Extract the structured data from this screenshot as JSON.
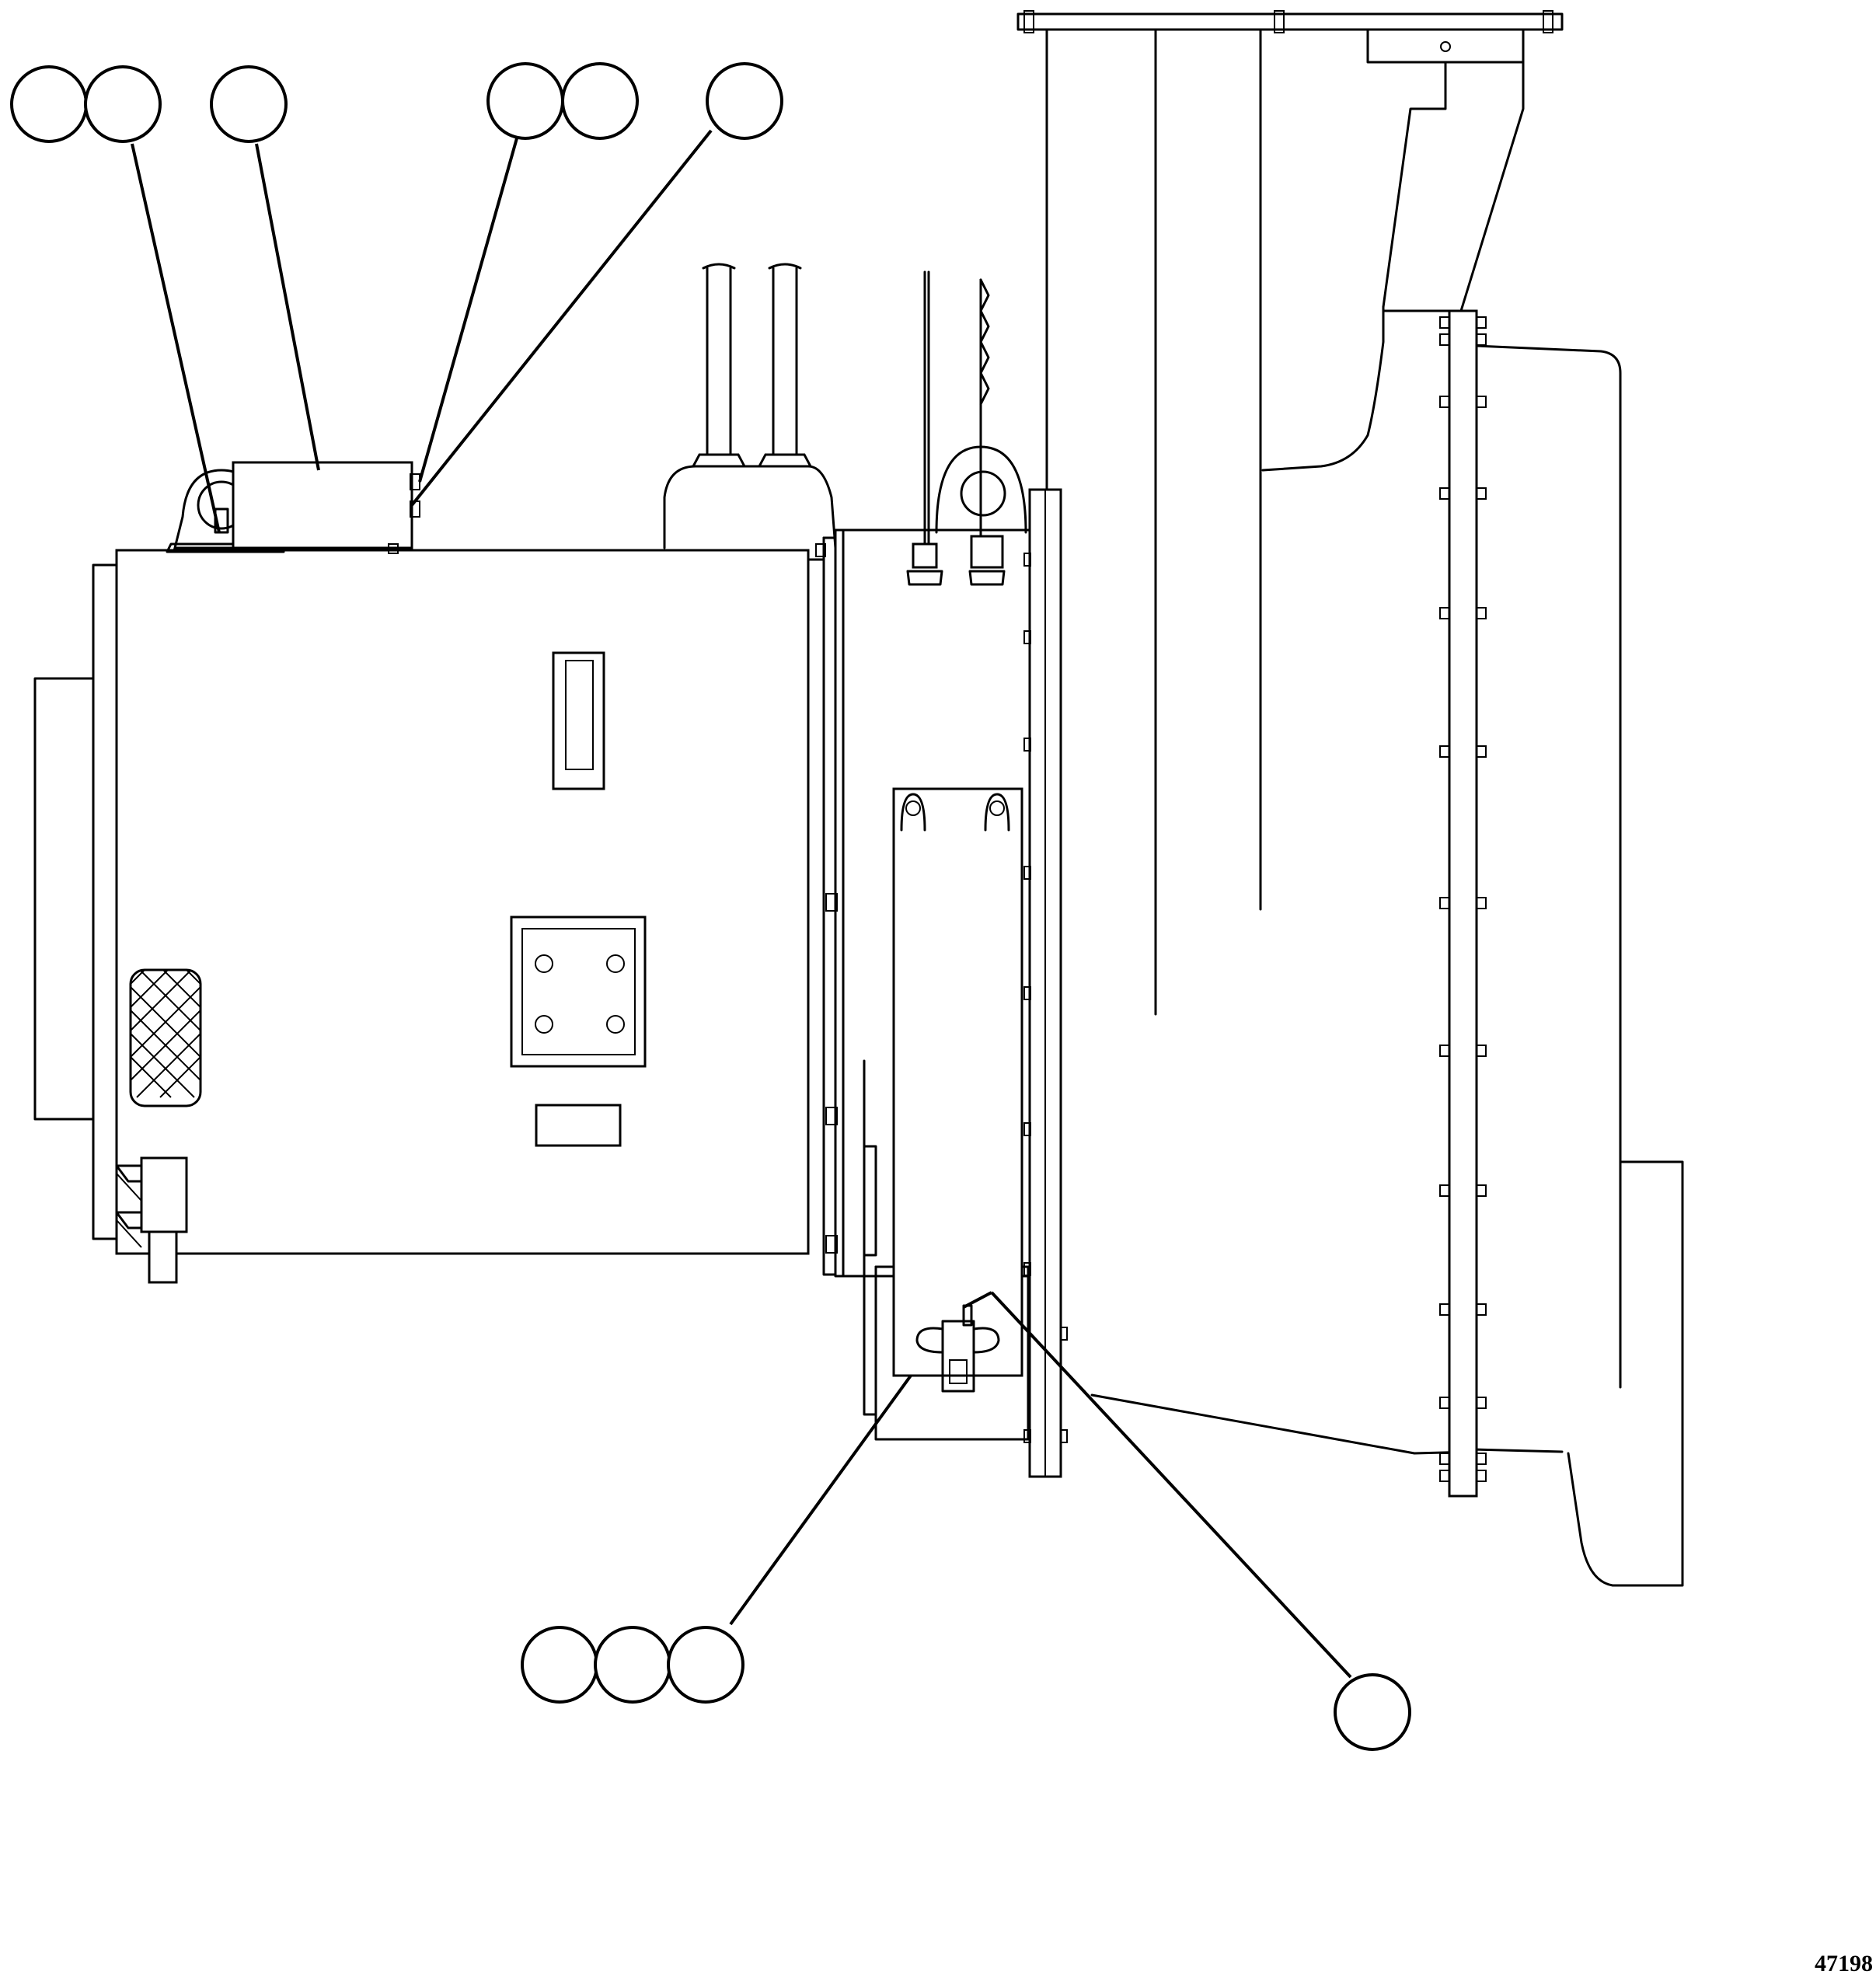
{
  "figure": {
    "number": "47198"
  },
  "callout_groups": [
    {
      "name": "callout-group-top-left",
      "count": 2
    },
    {
      "name": "callout-group-top-single",
      "count": 1
    },
    {
      "name": "callout-group-top-pair",
      "count": 2
    },
    {
      "name": "callout-group-top-right",
      "count": 1
    },
    {
      "name": "callout-group-bottom-triple",
      "count": 3
    },
    {
      "name": "callout-group-bottom-right",
      "count": 1
    }
  ]
}
